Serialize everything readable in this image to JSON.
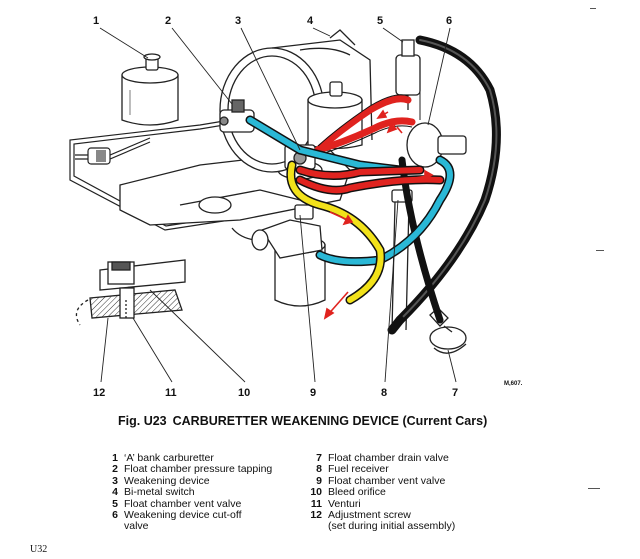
{
  "figure": {
    "caption_fig": "Fig. U23",
    "caption_title": "CARBURETTER WEAKENING DEVICE (Current Cars)",
    "reference_code": "M,607."
  },
  "callouts": [
    "1",
    "2",
    "3",
    "4",
    "5",
    "6",
    "12",
    "11",
    "10",
    "9",
    "8",
    "7"
  ],
  "legend_left": [
    {
      "num": "1",
      "text": "‘A’ bank carburetter"
    },
    {
      "num": "2",
      "text": "Float chamber pressure tapping"
    },
    {
      "num": "3",
      "text": "Weakening device"
    },
    {
      "num": "4",
      "text": "Bi-metal switch"
    },
    {
      "num": "5",
      "text": "Float chamber vent valve"
    },
    {
      "num": "6",
      "text": "Weakening device cut-off"
    },
    {
      "num": "",
      "text": "valve"
    }
  ],
  "legend_right": [
    {
      "num": "7",
      "text": "Float chamber drain valve"
    },
    {
      "num": "8",
      "text": "Fuel receiver"
    },
    {
      "num": "9",
      "text": "Float chamber vent valve"
    },
    {
      "num": "10",
      "text": "Bleed orifice"
    },
    {
      "num": "11",
      "text": "Venturi"
    },
    {
      "num": "12",
      "text": "Adjustment screw"
    },
    {
      "num": "",
      "text": "(set during initial assembly)"
    }
  ],
  "page_ref": "U32",
  "colors": {
    "red_pipe": "#e0231f",
    "cyan_pipe": "#2ab8d6",
    "yellow_pipe": "#f2e21a",
    "black_pipe": "#111111"
  }
}
